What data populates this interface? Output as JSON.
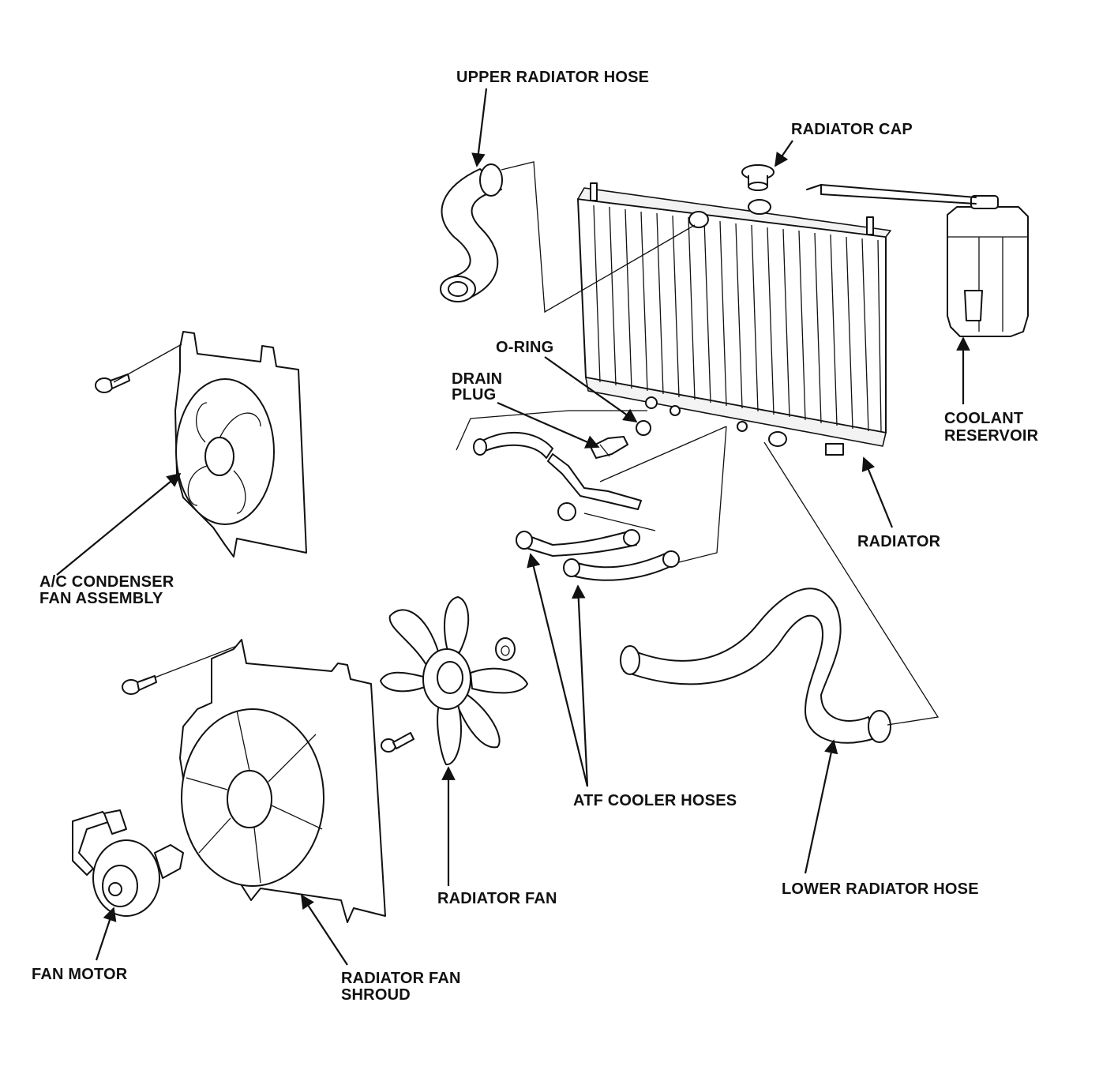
{
  "labels": {
    "upper_radiator_hose": "UPPER RADIATOR HOSE",
    "radiator_cap": "RADIATOR CAP",
    "o_ring": "O-RING",
    "drain_plug_line1": "DRAIN",
    "drain_plug_line2": "PLUG",
    "coolant_reservoir_line1": "COOLANT",
    "coolant_reservoir_line2": "RESERVOIR",
    "radiator": "RADIATOR",
    "ac_condenser_line1": "A/C CONDENSER",
    "ac_condenser_line2": "FAN ASSEMBLY",
    "atf_cooler_hoses": "ATF COOLER HOSES",
    "lower_radiator_hose": "LOWER RADIATOR HOSE",
    "radiator_fan": "RADIATOR FAN",
    "fan_motor": "FAN MOTOR",
    "radiator_fan_shroud_line1": "RADIATOR FAN",
    "radiator_fan_shroud_line2": "SHROUD"
  }
}
